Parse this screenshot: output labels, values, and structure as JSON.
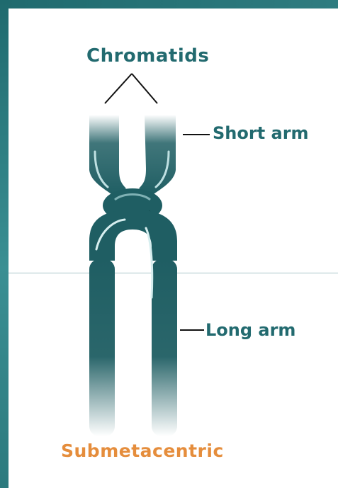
{
  "labels": {
    "chromatids": "Chromatids",
    "short_arm": "Short arm",
    "long_arm": "Long arm",
    "chromosome_type": "Submetacentric"
  },
  "colors": {
    "frame": "#2f7c80",
    "chromosome": "#1f5e63",
    "label_text": "#226a6f",
    "type_text": "#e58d3c"
  }
}
